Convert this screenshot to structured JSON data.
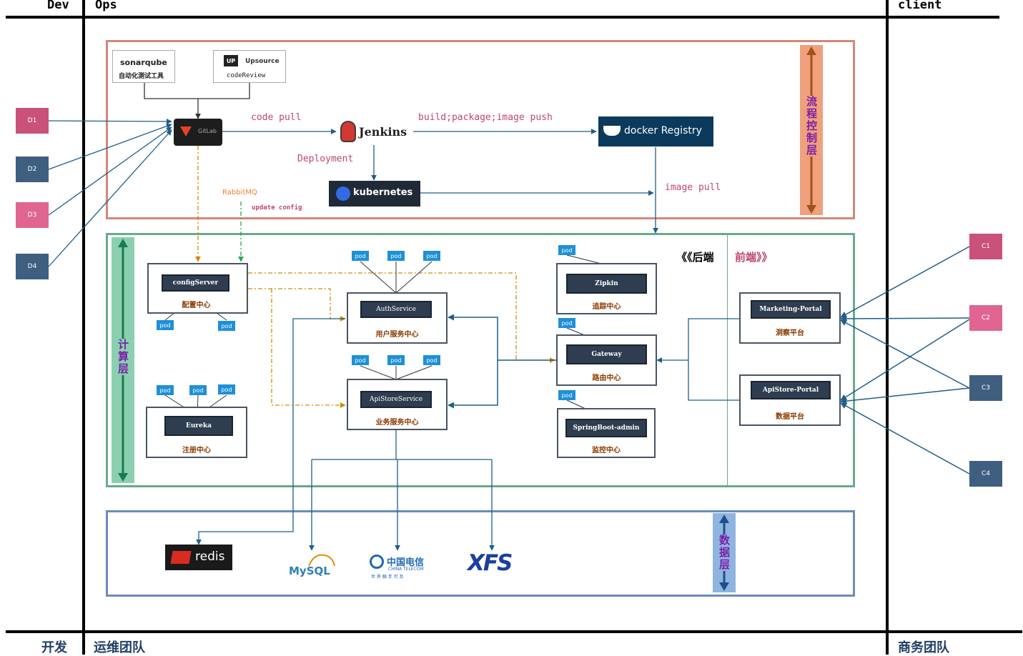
{
  "header": {
    "dev": "Dev",
    "ops": "Ops",
    "client": "client"
  },
  "footer": {
    "dev": "开发",
    "ops": "运维团队",
    "client": "商务团队"
  },
  "developers": [
    "D1",
    "D2",
    "D3",
    "D4"
  ],
  "clients": [
    "C1",
    "C2",
    "C3",
    "C4"
  ],
  "process_layer": {
    "label": "流程控制层",
    "sonarqube": {
      "brand": "sonarqube",
      "caption": "自动化测试工具"
    },
    "upsource": {
      "badge": "UP",
      "brand": "Upsource",
      "caption": "codeReview"
    },
    "gitlab": "GitLab",
    "jenkins": "Jenkins",
    "docker": "docker Registry",
    "kubernetes": "kubernetes",
    "rabbitmq": "RabbitMQ",
    "edges": {
      "code_pull": "code pull",
      "build": "build;package;image push",
      "deployment": "Deployment",
      "image_pull": "image pull",
      "update_config": "update config"
    }
  },
  "compute_layer": {
    "label": "计算层",
    "backend": "《《后端",
    "frontend": "前端》》",
    "pod": "pod",
    "services": {
      "config": {
        "name": "configServer",
        "caption": "配置中心"
      },
      "eureka": {
        "name": "Eureka",
        "caption": "注册中心"
      },
      "auth": {
        "name": "AuthService",
        "caption": "用户服务中心"
      },
      "apistore": {
        "name": "ApiStoreService",
        "caption": "业务服务中心"
      },
      "zipkin": {
        "name": "Zipkin",
        "caption": "追踪中心"
      },
      "gateway": {
        "name": "Gateway",
        "caption": "路由中心"
      },
      "admin": {
        "name": "SpringBoot-admin",
        "caption": "监控中心"
      },
      "marketing": {
        "name": "Marketing-Portal",
        "caption": "洞察平台"
      },
      "apiportal": {
        "name": "ApiStore-Portal",
        "caption": "数据平台"
      }
    }
  },
  "data_layer": {
    "label": "数据层",
    "redis": "redis",
    "mysql": "MySQL",
    "telecom": {
      "cn": "中国电信",
      "en": "CHINA TELECOM",
      "slogan": "世 界 触 手 可 及"
    },
    "xfs": "XFS"
  },
  "colors": {
    "dev_pink": "#c9517a",
    "dev_blue": "#3f5f80",
    "client_pink": "#e06691",
    "process_border": "#d4877a",
    "compute_border": "#6aaa8a",
    "data_border": "#6a8cbc",
    "arrow_blue": "#1f5f8a",
    "arrow_orange": "#d48a00",
    "arrow_green": "#2aa84a"
  }
}
